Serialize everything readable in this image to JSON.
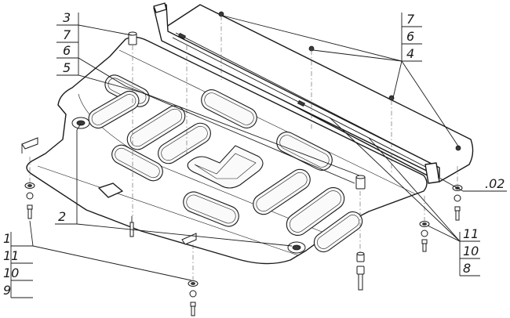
{
  "drawing": {
    "callouts": {
      "left_top": [
        "3",
        "7",
        "6",
        "5"
      ],
      "right_top": [
        "7",
        "6",
        "4"
      ],
      "center_left": "2",
      "right_side": ".02",
      "left_bottom": [
        "1",
        "11",
        "10",
        "9"
      ],
      "right_bottom": [
        "11",
        "10",
        "8"
      ]
    }
  }
}
